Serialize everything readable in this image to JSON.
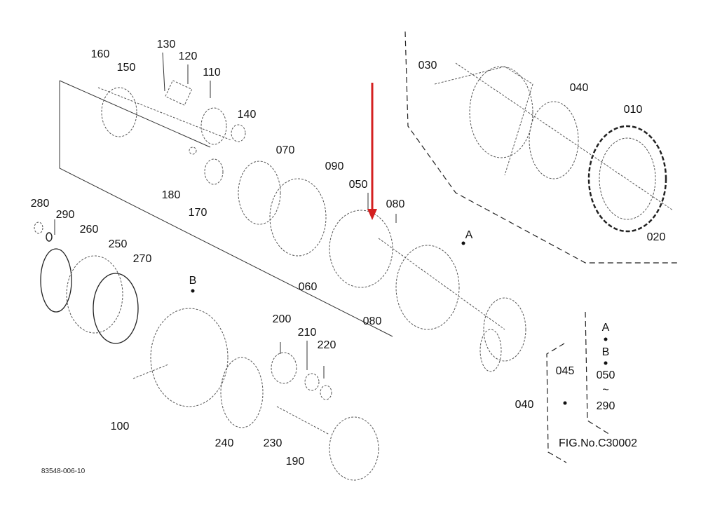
{
  "diagram": {
    "callouts": [
      "160",
      "150",
      "130",
      "120",
      "110",
      "140",
      "070",
      "090",
      "050",
      "080",
      "180",
      "170",
      "280",
      "290",
      "260",
      "250",
      "270",
      "B",
      "060",
      "080",
      "A",
      "200",
      "210",
      "220",
      "100",
      "240",
      "230",
      "190",
      "030",
      "040",
      "010",
      "020"
    ],
    "legend": {
      "a": "A",
      "b": "B",
      "from": "050",
      "tilde": "~",
      "to": "290",
      "group": "045",
      "assembly": "040"
    },
    "figure_no": "FIG.No.C30002",
    "drawing_id": "83548-006-10",
    "highlight_color": "#d42020"
  }
}
